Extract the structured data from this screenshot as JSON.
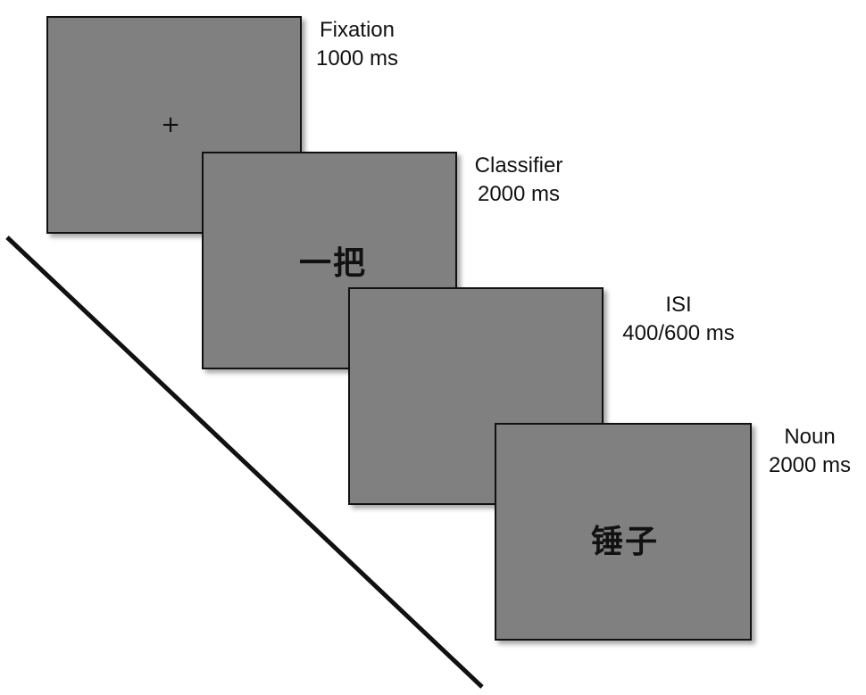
{
  "stages": [
    {
      "name": "Fixation",
      "duration": "1000 ms",
      "stimulus": "+"
    },
    {
      "name": "Classifier",
      "duration": "2000 ms",
      "stimulus": "一把"
    },
    {
      "name": "ISI",
      "duration": "400/600 ms",
      "stimulus": ""
    },
    {
      "name": "Noun",
      "duration": "2000 ms",
      "stimulus": "锤子"
    }
  ],
  "colors": {
    "screen_fill": "#808080",
    "screen_border": "#111111",
    "text": "#111111",
    "timeline": "#111111"
  }
}
